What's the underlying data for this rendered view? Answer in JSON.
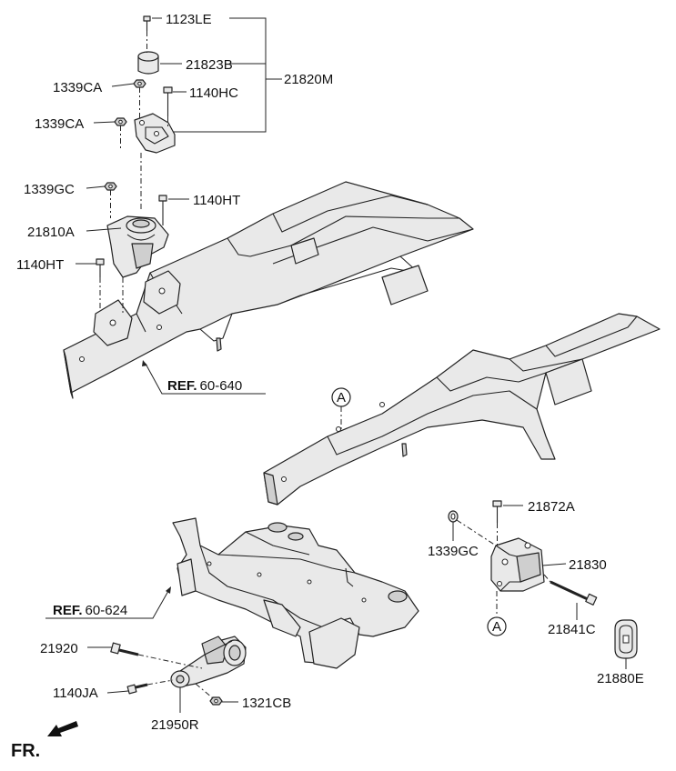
{
  "labels": {
    "p1123LE": "1123LE",
    "p21823B": "21823B",
    "p21820M": "21820M",
    "p1339CA_1": "1339CA",
    "p1140HC": "1140HC",
    "p1339CA_2": "1339CA",
    "p1339GC_1": "1339GC",
    "p1140HT_1": "1140HT",
    "p21810A": "21810A",
    "p1140HT_2": "1140HT",
    "ref_640_prefix": "REF.",
    "ref_640_num": "60-640",
    "callout_a_top": "A",
    "p21872A": "21872A",
    "p1339GC_2": "1339GC",
    "p21830": "21830",
    "ref_624_prefix": "REF.",
    "ref_624_num": "60-624",
    "callout_a_bottom": "A",
    "p21841C": "21841C",
    "p21880E": "21880E",
    "p21920": "21920",
    "p1140JA": "1140JA",
    "p1321CB": "1321CB",
    "p21950R": "21950R",
    "fr": "FR."
  }
}
